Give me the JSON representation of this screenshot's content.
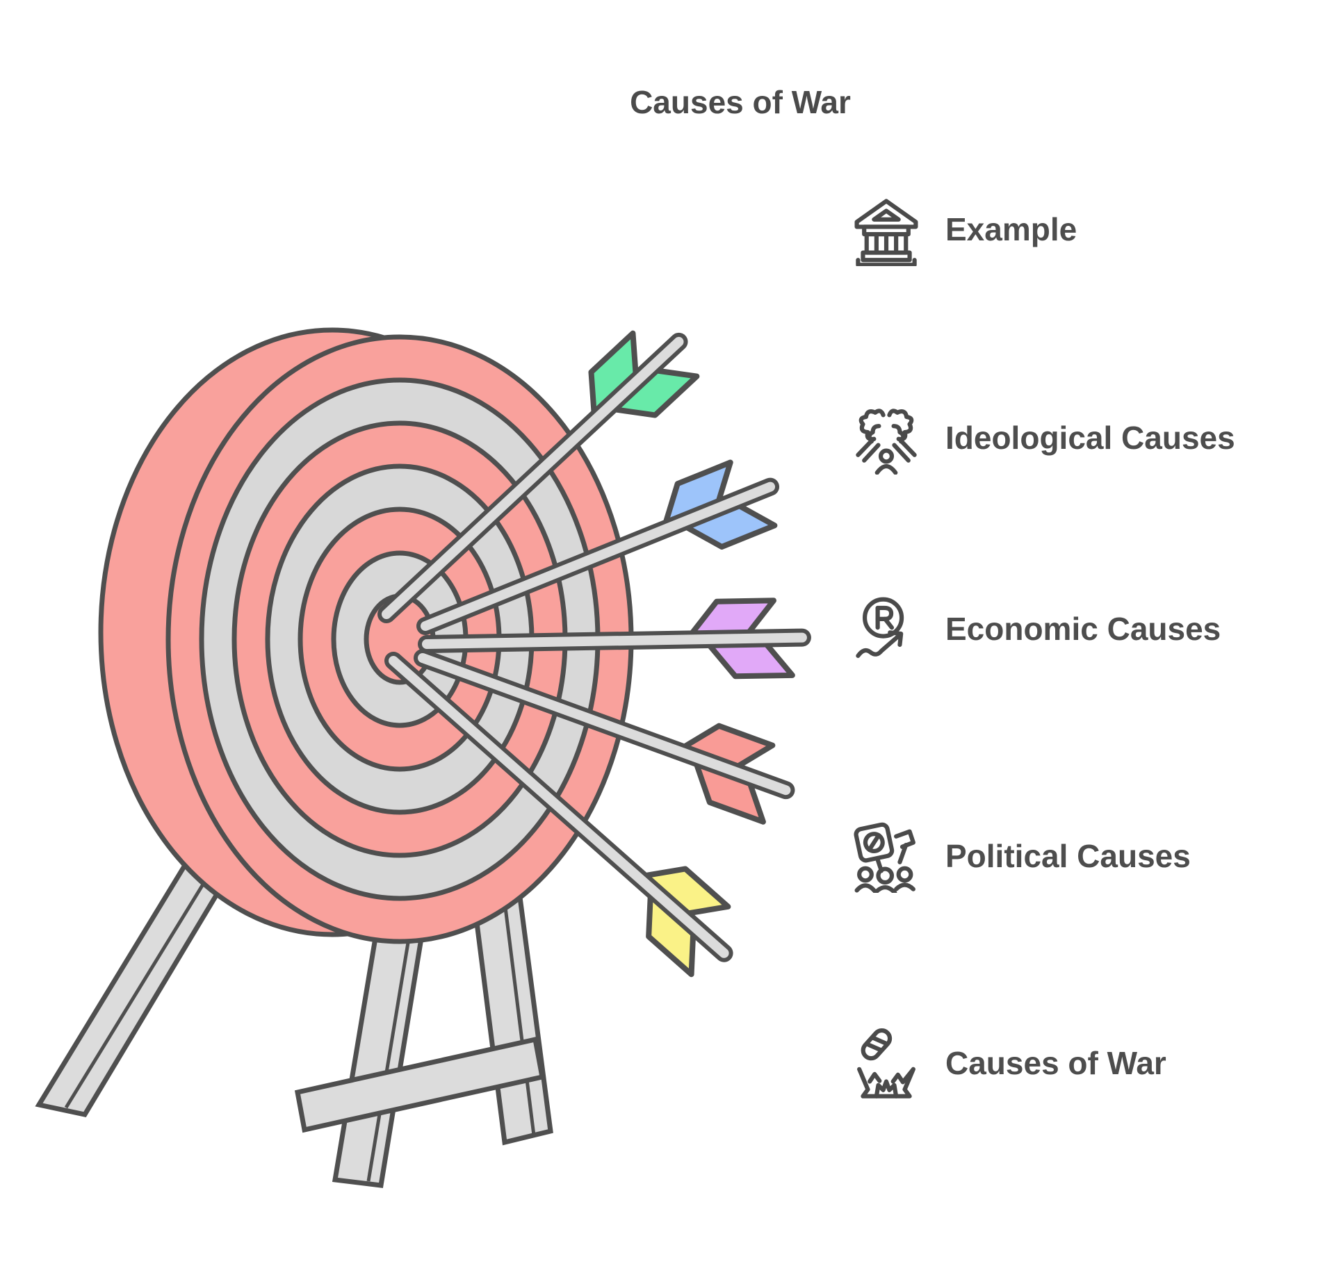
{
  "title": "Causes of War",
  "legend": {
    "items": [
      {
        "label": "Example",
        "icon": "bank-icon"
      },
      {
        "label": "Ideological Causes",
        "icon": "clashing-ideas-icon"
      },
      {
        "label": "Economic Causes",
        "icon": "registered-trademark-growth-icon"
      },
      {
        "label": "Political Causes",
        "icon": "protest-crowd-icon"
      },
      {
        "label": "Causes of War",
        "icon": "bomb-explosion-icon"
      }
    ]
  },
  "target": {
    "ring_colors": {
      "red": "#F9A19C",
      "gray": "#D8D8D8"
    },
    "stand_color": "#DCDCDC",
    "outline_color": "#4F4F4F"
  },
  "arrows": [
    {
      "name": "green",
      "fletching_color": "#68EAA9"
    },
    {
      "name": "blue",
      "fletching_color": "#9DC4FA"
    },
    {
      "name": "purple",
      "fletching_color": "#E1A9F8"
    },
    {
      "name": "red",
      "fletching_color": "#F99B96"
    },
    {
      "name": "yellow",
      "fletching_color": "#FAF287"
    }
  ],
  "text_color": "#4A4A4A"
}
